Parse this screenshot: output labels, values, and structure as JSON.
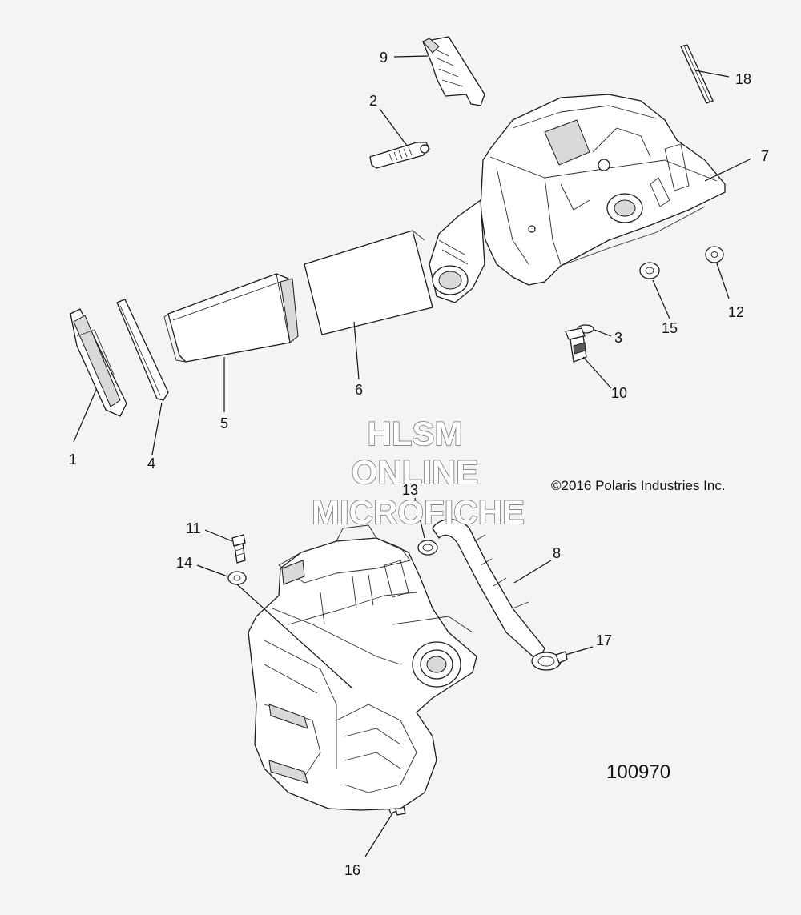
{
  "watermark": {
    "line1": "HLSM",
    "line2": "ONLINE",
    "line3": "MICROFICHE"
  },
  "copyright": "©2016 Polaris Industries Inc.",
  "diagram_number": "100970",
  "callouts": {
    "c1": "1",
    "c2": "2",
    "c3": "3",
    "c4": "4",
    "c5": "5",
    "c6": "6",
    "c7": "7",
    "c8": "8",
    "c9": "9",
    "c10": "10",
    "c11": "11",
    "c12": "12",
    "c13": "13",
    "c14": "14",
    "c15": "15",
    "c16": "16",
    "c17": "17",
    "c18": "18"
  }
}
